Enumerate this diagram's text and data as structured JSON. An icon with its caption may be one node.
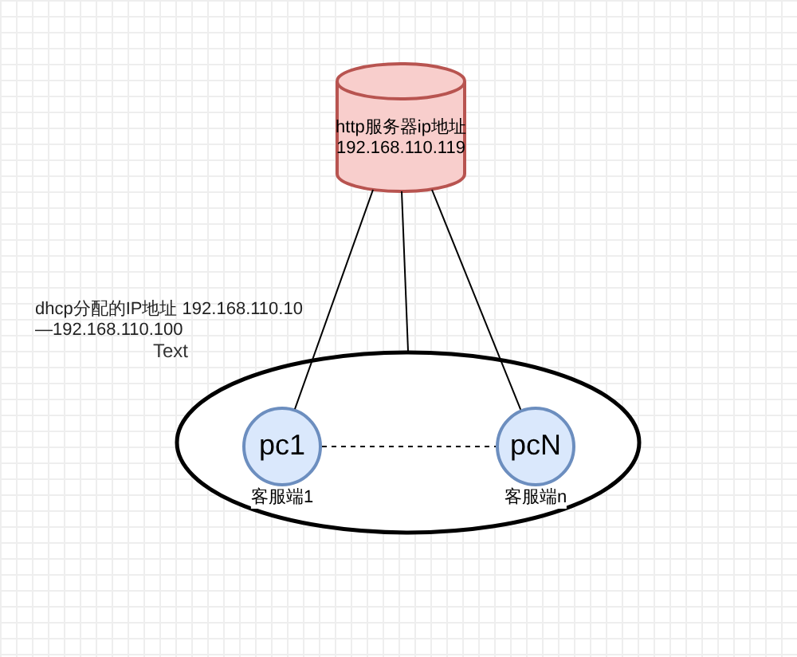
{
  "diagram": {
    "nodes": [
      {
        "text": [
          "http服务器ip地址 192.168.110.119"
        ]
      },
      {
        "text": [
          "Text"
        ]
      },
      {
        "text": [
          "pc1"
        ],
        "in": 1,
        "beside": [
          "客服端1"
        ]
      },
      {
        "text": [
          "pcN"
        ],
        "in": 1,
        "beside": [
          "客服端n"
        ]
      }
    ],
    "edges": [
      {
        "from": 0,
        "to": 2,
        "arrow": "none"
      },
      {
        "from": 0,
        "to": 1,
        "arrow": "none"
      },
      {
        "from": 0,
        "to": 3,
        "arrow": "none"
      },
      {
        "from": 2,
        "to": 3,
        "arrow": "none",
        "style": "dashed"
      }
    ],
    "labels": [
      "dhcp分配的IP地址 192.168.110.10—192.168.110.100"
    ]
  }
}
